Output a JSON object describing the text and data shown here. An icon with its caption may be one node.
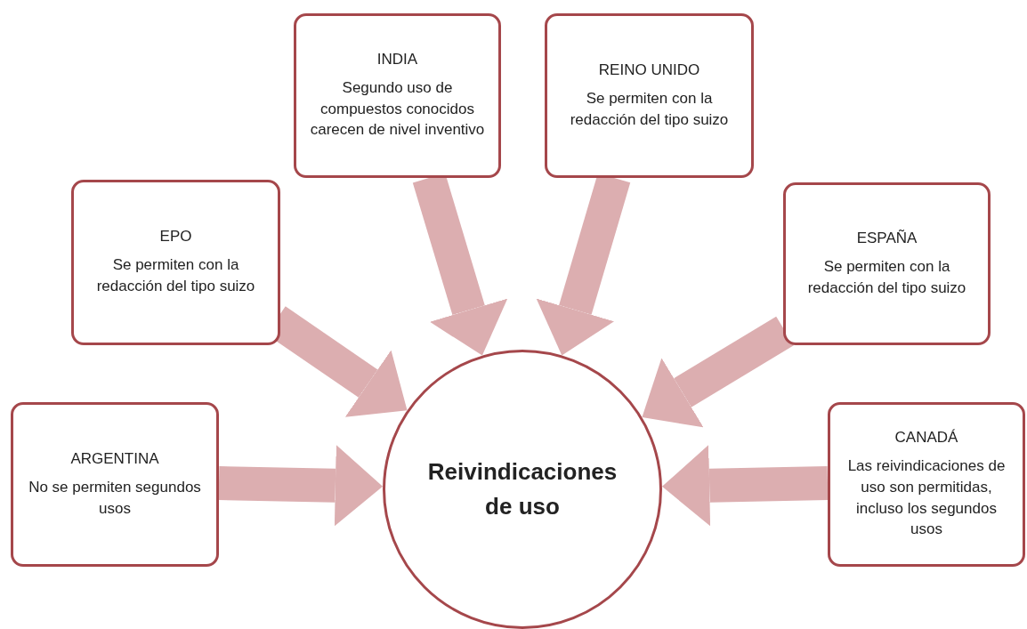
{
  "diagram": {
    "nodes": [
      {
        "text": [
          "INDIA",
          "Segundo uso de compuestos conocidos carecen de nivel inventivo"
        ]
      },
      {
        "text": [
          "REINO UNIDO",
          "Se permiten con la redacción del tipo suizo"
        ]
      },
      {
        "text": [
          "EPO",
          "Se permiten con la redacción del tipo suizo"
        ]
      },
      {
        "text": [
          "ESPAÑA",
          "Se permiten con la redacción del tipo suizo"
        ]
      },
      {
        "text": [
          "ARGENTINA",
          "No se permiten segundos usos"
        ]
      },
      {
        "text": [
          "Reivindicaciones de uso"
        ]
      },
      {
        "text": [
          "CANADÁ",
          "Las reivindicaciones de uso son permitidas, incluso los segundos usos"
        ]
      }
    ],
    "edges": [
      {
        "from": 0,
        "to": 5,
        "arrow": "to"
      },
      {
        "from": 1,
        "to": 5,
        "arrow": "to"
      },
      {
        "from": 2,
        "to": 5,
        "arrow": "to"
      },
      {
        "from": 3,
        "to": 5,
        "arrow": "to"
      },
      {
        "from": 4,
        "to": 5,
        "arrow": "to"
      },
      {
        "from": 6,
        "to": 5,
        "arrow": "to"
      }
    ]
  }
}
